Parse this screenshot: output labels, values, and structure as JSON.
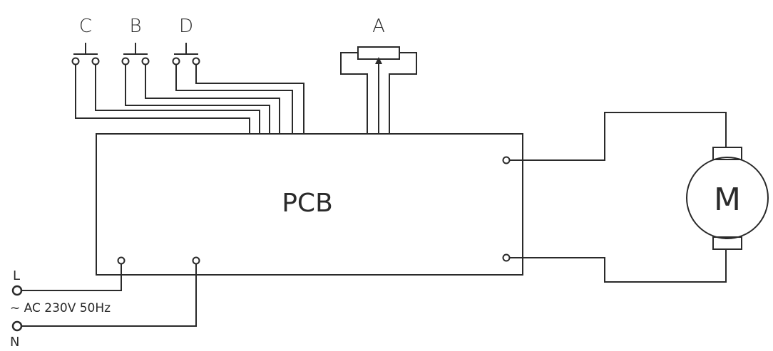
{
  "diagram": {
    "switches": [
      {
        "label": "C"
      },
      {
        "label": "B"
      },
      {
        "label": "D"
      }
    ],
    "potentiometer": {
      "label": "A"
    },
    "pcb": {
      "label": "PCB"
    },
    "motor": {
      "label": "M"
    },
    "supply": {
      "live_label": "L",
      "neutral_label": "N",
      "voltage_label": "~ AC 230V 50Hz"
    },
    "colors": {
      "line": "#2a2a2a",
      "background": "#ffffff"
    }
  }
}
